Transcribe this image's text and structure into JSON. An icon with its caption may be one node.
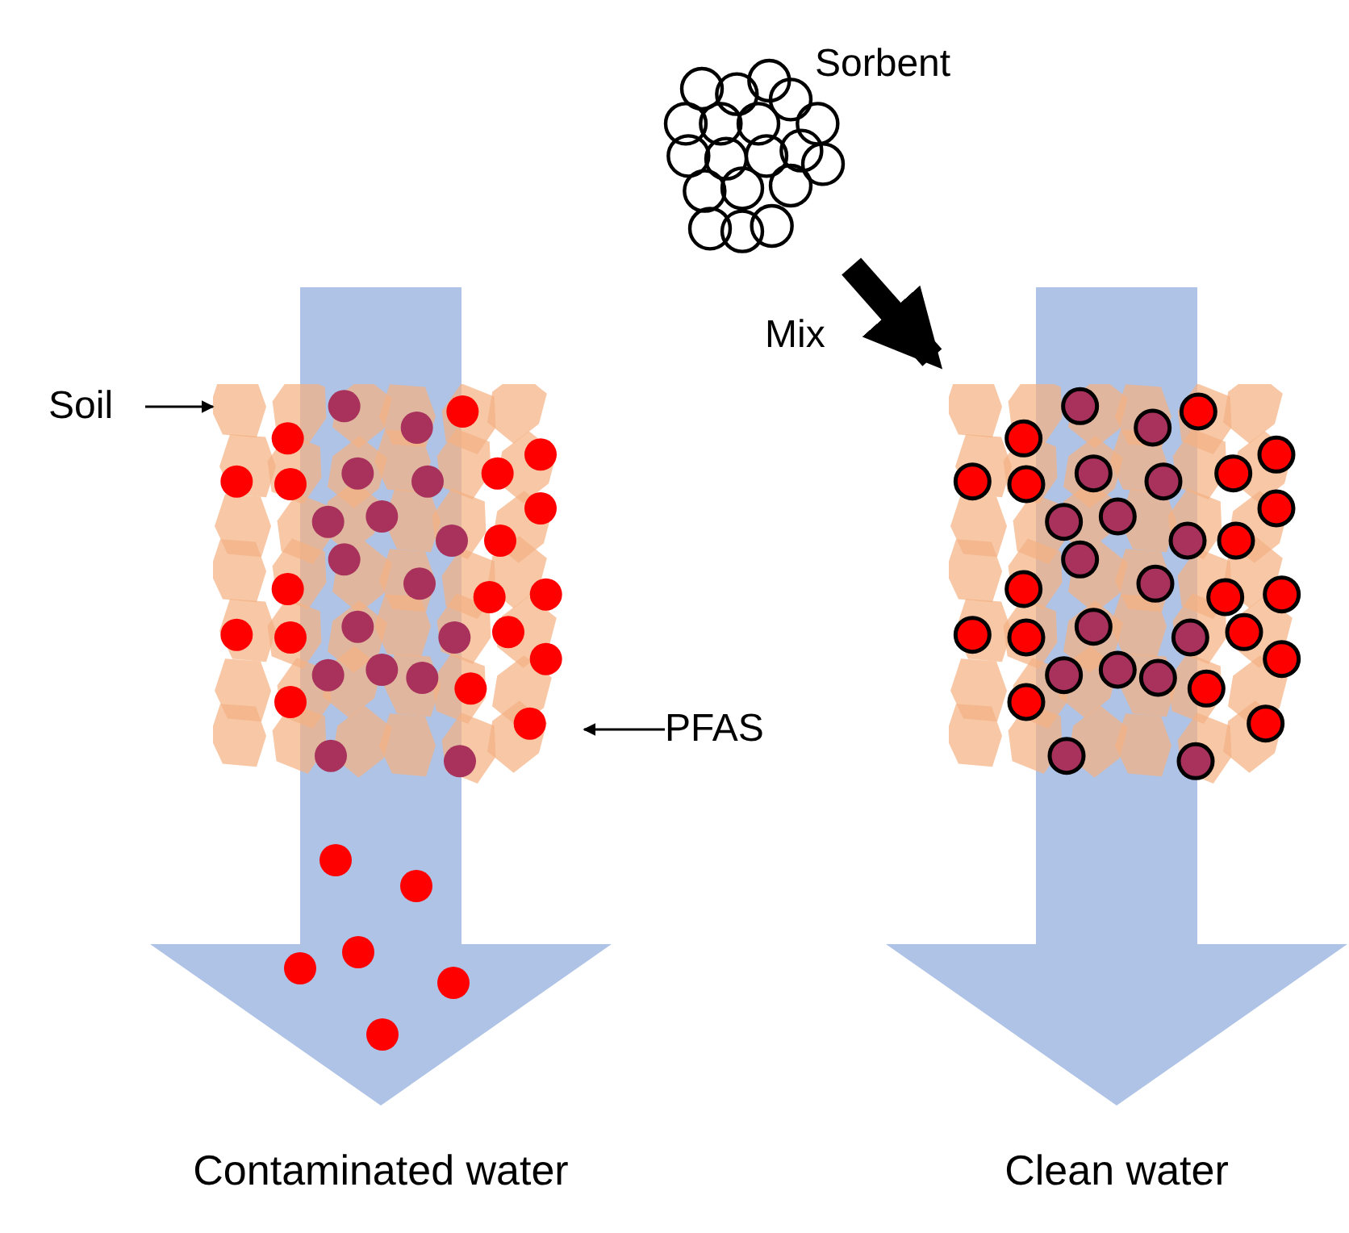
{
  "diagram": {
    "nodes": [
      {
        "text": [
          "Soil"
        ]
      },
      {
        "text": [],
        "shape": "picture"
      },
      {
        "text": [
          "PFAS"
        ]
      },
      {
        "text": [],
        "shape": "picture",
        "beside": [
          "Sorbent"
        ]
      },
      {
        "text": [],
        "shape": "picture"
      }
    ],
    "edges": [
      {
        "from": 0,
        "to": 1,
        "arrow": "to"
      },
      {
        "from": 2,
        "to": 1,
        "arrow": "to"
      },
      {
        "from": 3,
        "to": 4,
        "arrow": "to",
        "label": "Mix",
        "style": "thick"
      }
    ],
    "labels": [
      "Contaminated water",
      "Clean water"
    ]
  }
}
